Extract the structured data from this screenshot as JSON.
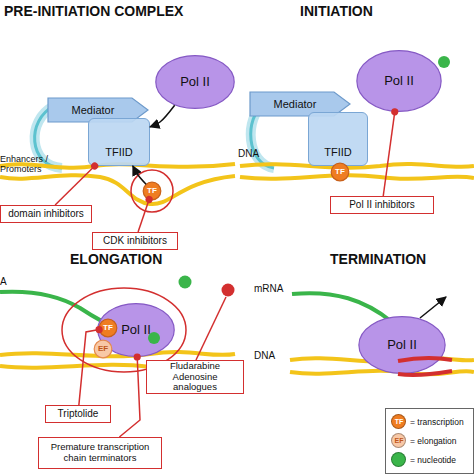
{
  "diagram": {
    "nodes": [
      {
        "text": [
          "Pol II"
        ]
      },
      {
        "text": [
          "Mediator"
        ]
      },
      {
        "text": [
          "TFIID"
        ]
      },
      {
        "text": [
          "TF"
        ]
      },
      {
        "text": [
          "domain inhibitors"
        ]
      },
      {
        "text": [
          "CDK inhibitors"
        ]
      },
      {
        "text": [
          "Mediator"
        ]
      },
      {
        "text": [
          "TFIID"
        ]
      },
      {
        "text": [
          "Pol II"
        ]
      },
      {
        "text": [
          "TF"
        ]
      },
      {
        "text": [
          "Pol II inhibitors"
        ]
      },
      {
        "text": [
          "Pol II"
        ]
      },
      {
        "text": [
          "TF"
        ]
      },
      {
        "text": [
          "EF"
        ]
      },
      {
        "text": [
          "Fludarabine Adenosine analogues"
        ]
      },
      {
        "text": [
          "Triptolide"
        ]
      },
      {
        "text": [
          "Premature transcription chain terminators"
        ]
      },
      {
        "text": [
          "Pol II"
        ]
      }
    ],
    "edges": [
      {
        "from": 0,
        "to": 2,
        "arrow": "to"
      },
      {
        "from": 3,
        "to": 2,
        "arrow": "to"
      },
      {
        "from": 4,
        "to": 2,
        "arrow": "none"
      },
      {
        "from": 5,
        "to": 3,
        "arrow": "none"
      },
      {
        "from": 10,
        "to": 8,
        "arrow": "none"
      },
      {
        "from": 15,
        "to": 12,
        "arrow": "none"
      },
      {
        "from": 16,
        "to": 11,
        "arrow": "none"
      }
    ],
    "labels": [
      "PRE-INITIATION COMPLEX",
      "INITIATION",
      "Enhancers / Promoters",
      "DNA",
      "ELONGATION",
      "TERMINATION",
      "A",
      "mRNA",
      "DNA",
      "TF",
      "EF"
    ],
    "legend": [
      {
        "text": "= transcription",
        "color": "#ef7d22"
      },
      {
        "text": "= elongation",
        "color": "#f8c8a6"
      },
      {
        "text": "= nucleotide",
        "color": "#3ab54a"
      }
    ]
  }
}
